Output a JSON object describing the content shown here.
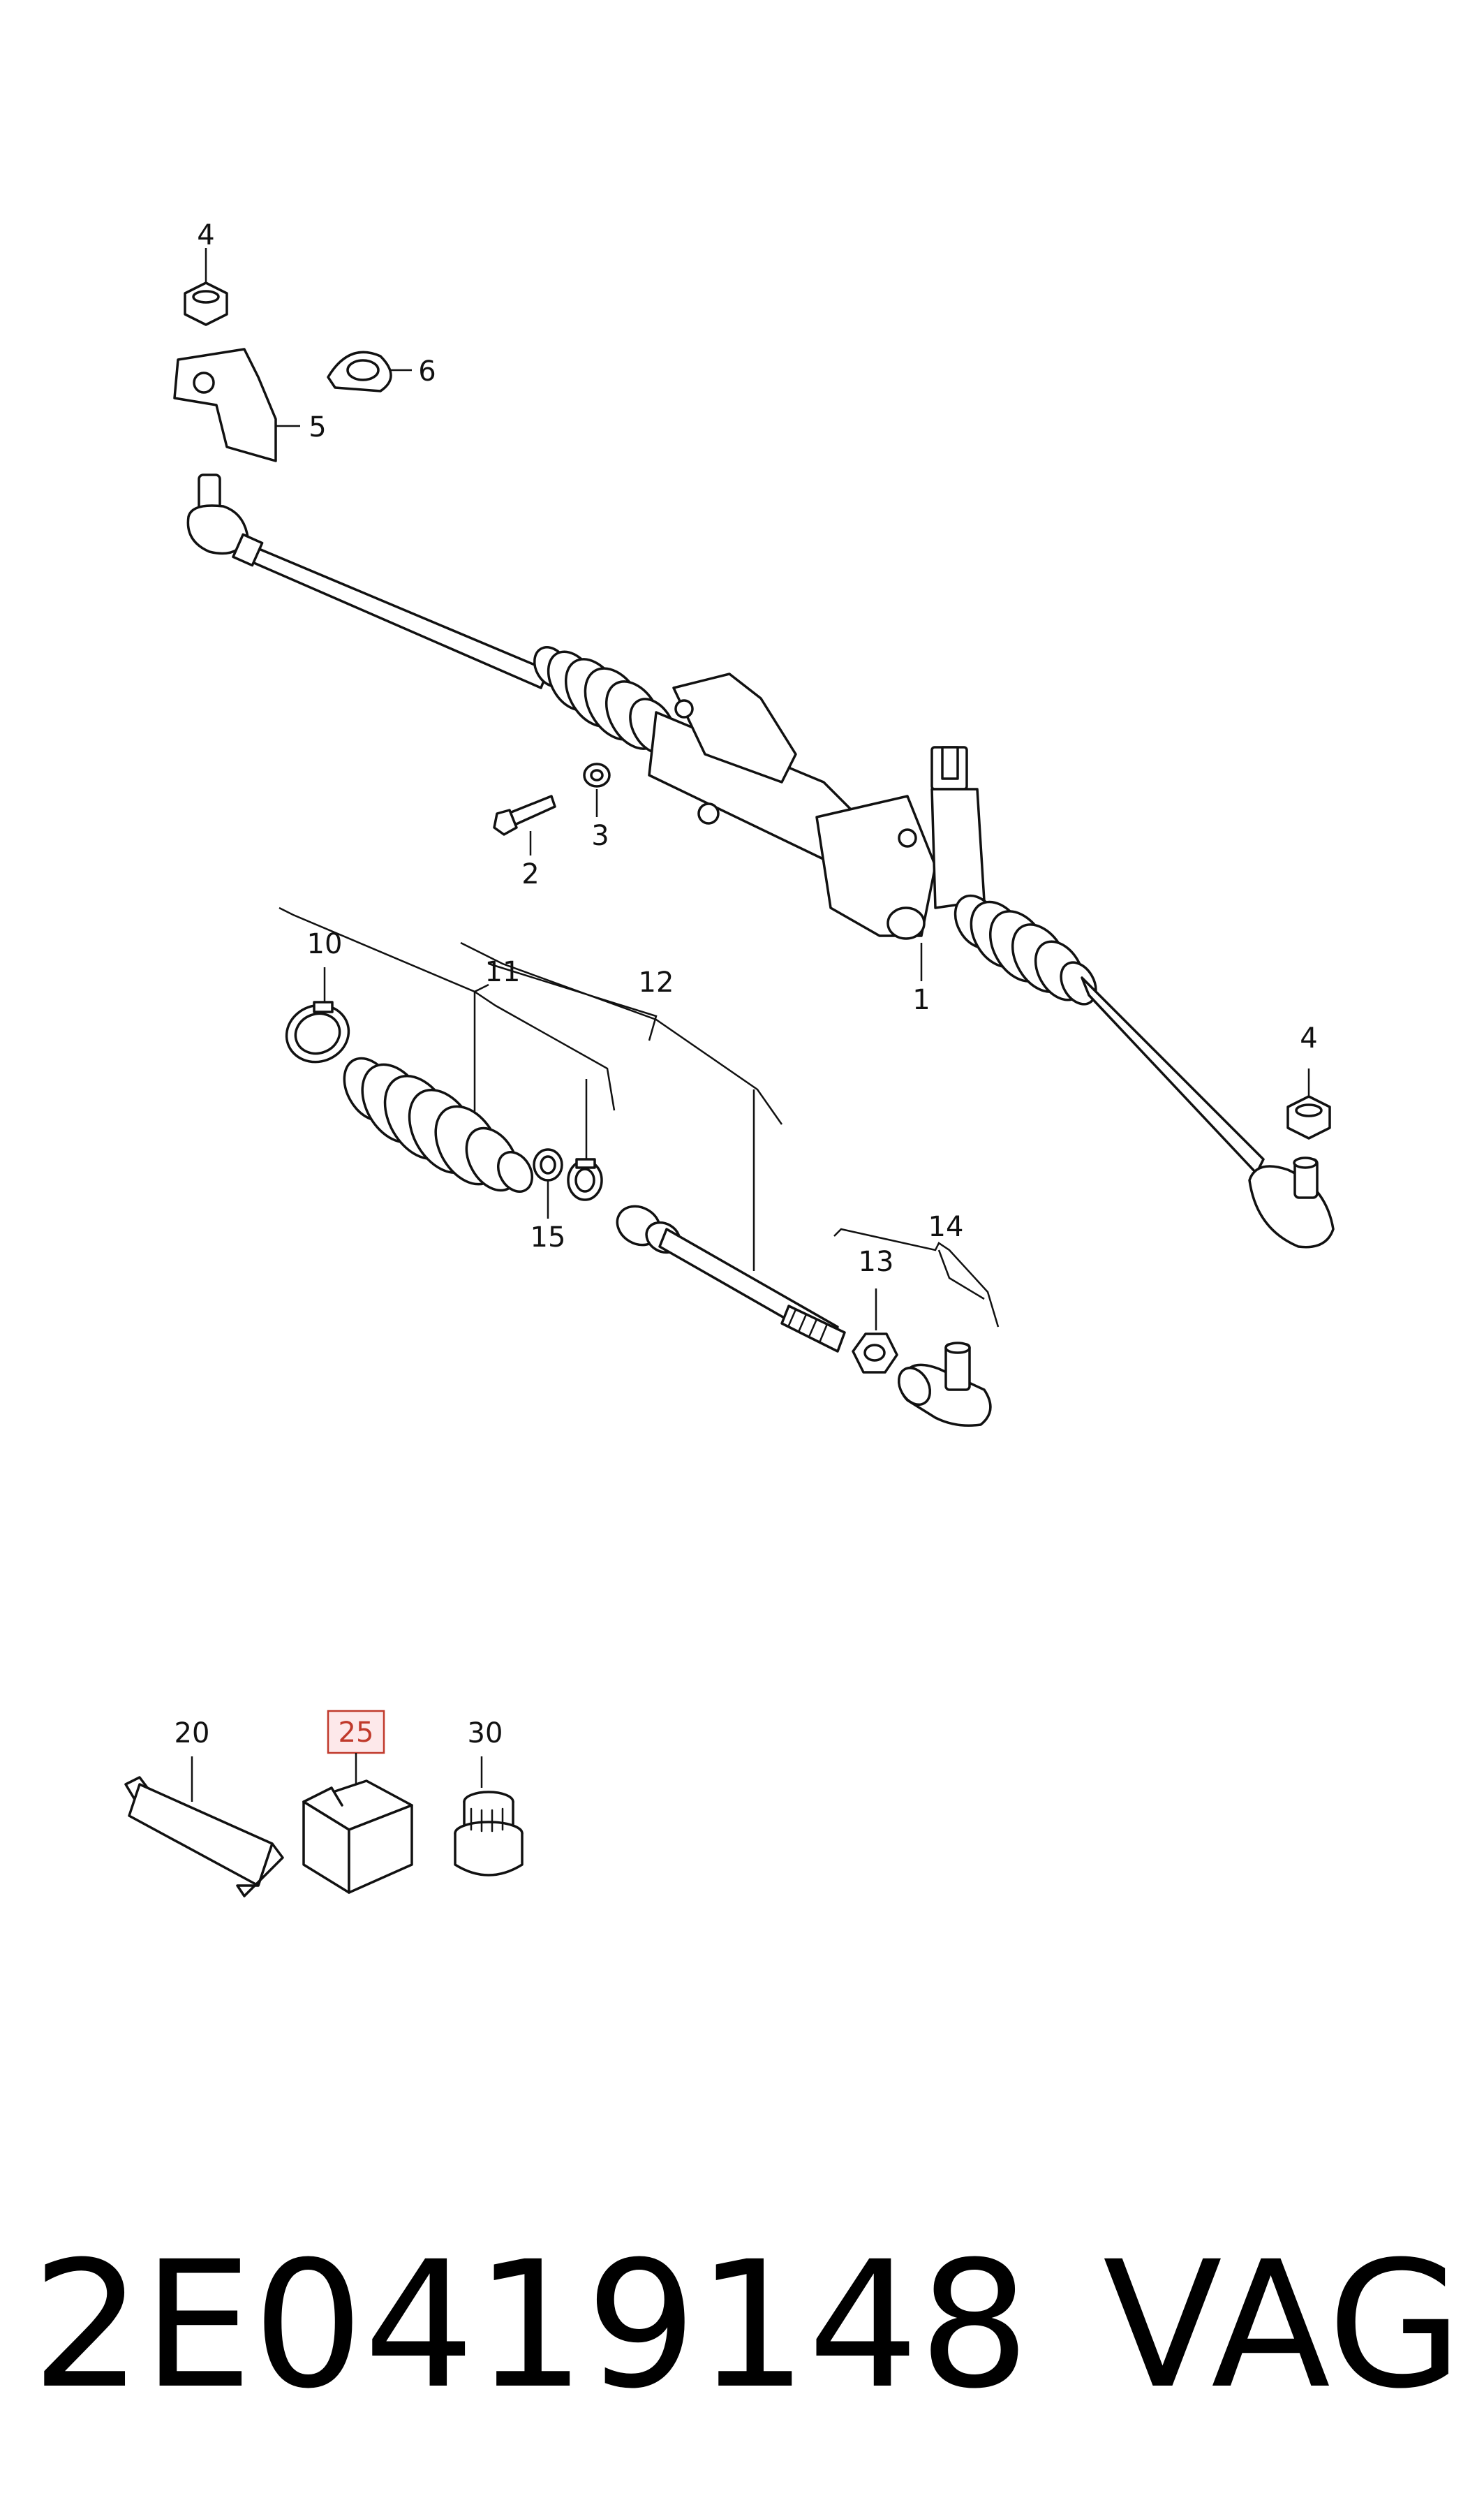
{
  "callouts": {
    "c1": "1",
    "c2": "2",
    "c3": "3",
    "c4a": "4",
    "c4b": "4",
    "c5": "5",
    "c6": "6",
    "c10": "10",
    "c11": "11",
    "c12": "12",
    "c13": "13",
    "c14": "14",
    "c15": "15",
    "c20": "20",
    "c25": "25",
    "c30": "30"
  },
  "highlight_color": "#c0392b",
  "highlight_fill": "#fde8ea",
  "caption": {
    "part_number": "2E0419148",
    "brand": "VAG"
  }
}
